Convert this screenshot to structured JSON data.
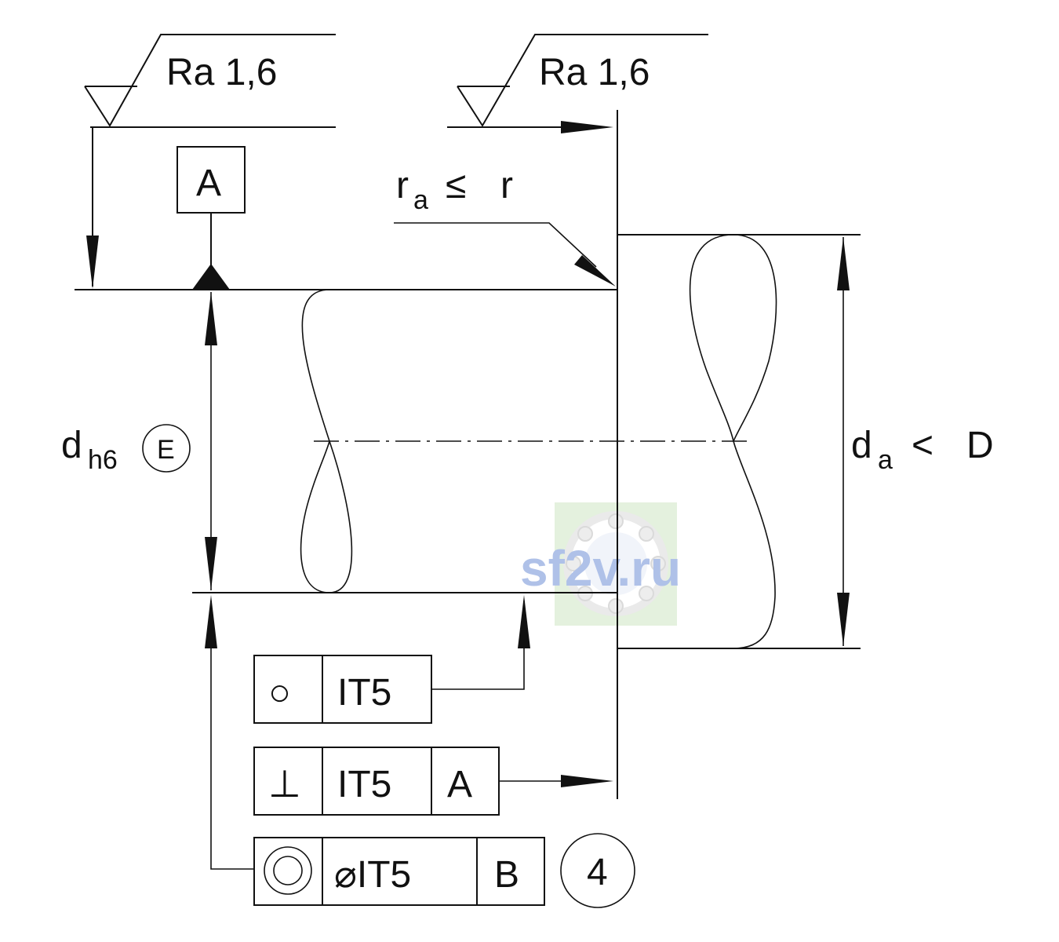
{
  "surface_finish": {
    "left": "Ra 1,6",
    "right": "Ra 1,6"
  },
  "datum_a": "A",
  "fillet_note": {
    "r_a": "r",
    "r_a_sub": "a",
    "relation": "≤",
    "r": "r"
  },
  "shaft_dimension": {
    "d": "d",
    "sub": "h6",
    "envelope": "E"
  },
  "housing_dimension": {
    "d": "d",
    "sub": "a",
    "relation": "<",
    "limit": "D"
  },
  "frames": {
    "circularity": {
      "symbol": "○",
      "tolerance": "IT5"
    },
    "perpendicularity": {
      "symbol": "⊥",
      "tolerance": "IT5",
      "datum": "A"
    },
    "concentricity": {
      "symbol": "◎",
      "tolerance": "⌀IT5",
      "datum": "B",
      "note": "4"
    }
  },
  "watermark": "sf2v.ru"
}
